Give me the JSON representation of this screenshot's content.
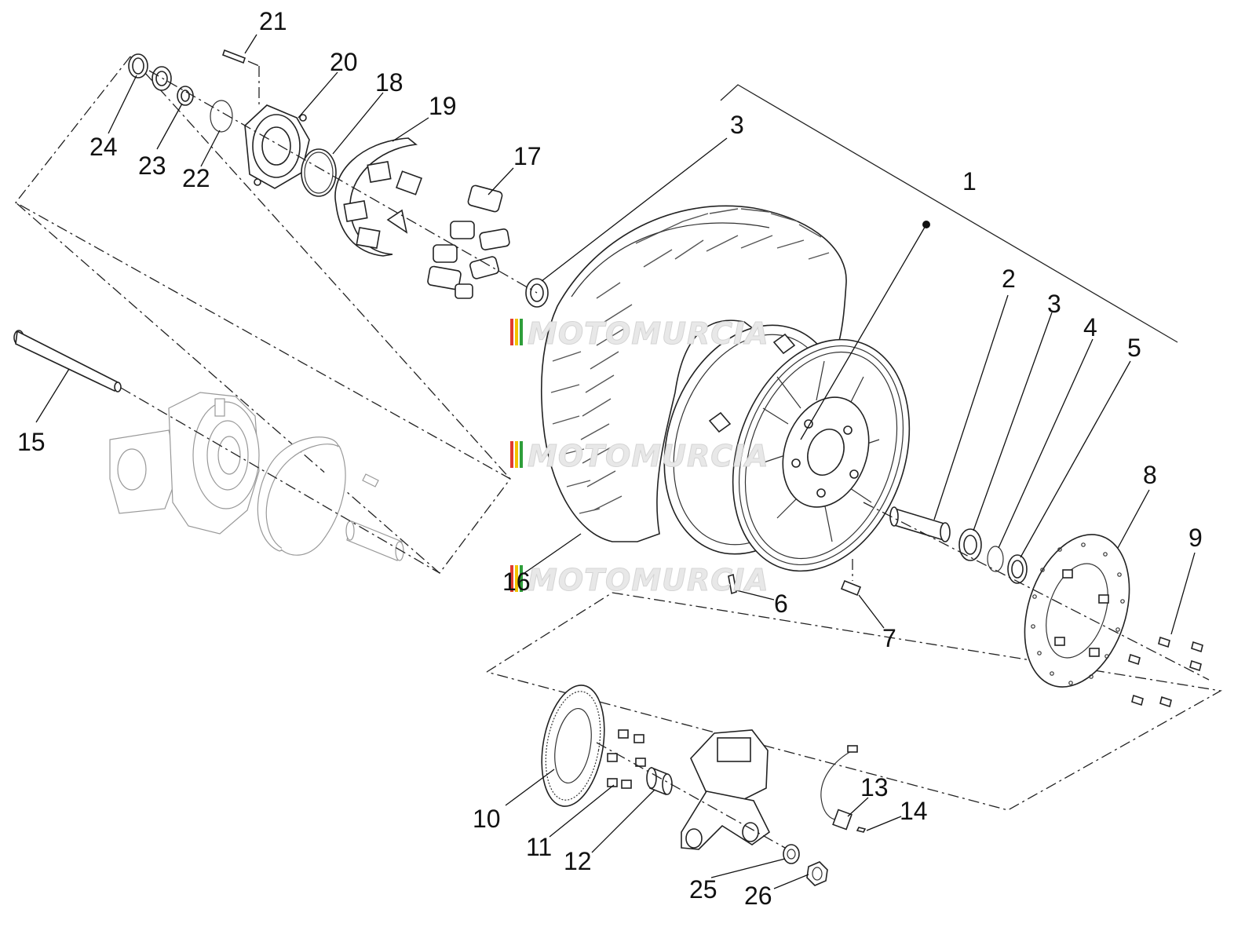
{
  "diagram": {
    "watermark_text": "MOTOMURCIA",
    "watermark_stripe_colors": [
      "#e23b2e",
      "#f2c200",
      "#2e9e3a"
    ],
    "callouts": {
      "c1": "1",
      "c2": "2",
      "c3a": "3",
      "c3b": "3",
      "c4": "4",
      "c5": "5",
      "c6": "6",
      "c7": "7",
      "c8": "8",
      "c9": "9",
      "c10": "10",
      "c11": "11",
      "c12": "12",
      "c13": "13",
      "c14": "14",
      "c15": "15",
      "c16": "16",
      "c17": "17",
      "c18": "18",
      "c19": "19",
      "c20": "20",
      "c21": "21",
      "c22": "22",
      "c23": "23",
      "c24": "24",
      "c25": "25",
      "c26": "26"
    }
  }
}
